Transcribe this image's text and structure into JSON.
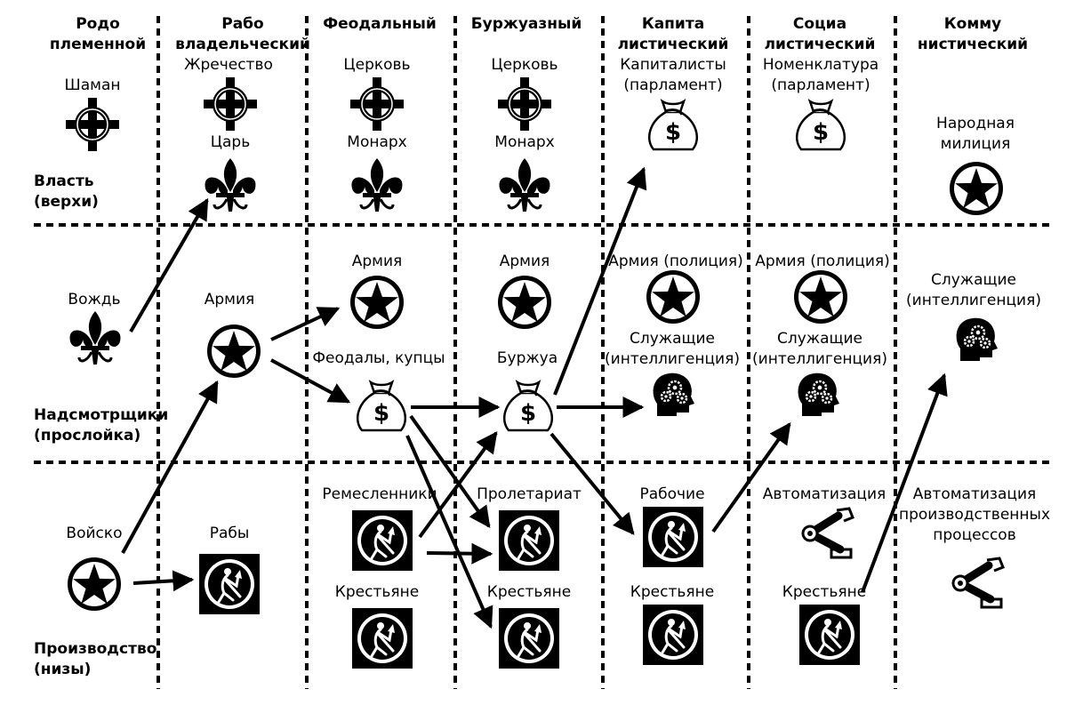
{
  "columns": [
    "Родо\nплеменной",
    "Рабо\nвладельческий",
    "Феодальный",
    "Буржуазный",
    "Капита\nлистический",
    "Социа\nлистический",
    "Комму\nнистический"
  ],
  "rows": [
    "Власть\n(верхи)",
    "Надсмотрщики\n(прослойка)",
    "Производство\n(низы)"
  ],
  "labels": {
    "shaman": "Шаман",
    "priesthood": "Жречество",
    "tsar": "Царь",
    "church_feudal": "Церковь",
    "monarch_feudal": "Монарх",
    "church_bourgeois": "Церковь",
    "monarch_bourgeois": "Монарх",
    "capitalists": "Капиталисты\n(парламент)",
    "nomenklatura": "Номенклатура\n(парламент)",
    "people_militia": "Народная\nмилиция",
    "chief": "Вождь",
    "army_slave": "Армия",
    "army_feudal": "Армия",
    "feudals_merchants": "Феодалы, купцы",
    "army_bourgeois": "Армия",
    "bourgeois": "Буржуа",
    "army_police_cap": "Армия (полиция)",
    "employees_cap": "Служащие\n(интеллигенция)",
    "army_police_soc": "Армия (полиция)",
    "employees_soc": "Служащие\n(интеллигенция)",
    "employees_com": "Служащие\n(интеллигенция)",
    "troops": "Войско",
    "slaves": "Рабы",
    "artisans": "Ремесленники",
    "peasants_feudal": "Крестьяне",
    "proletariat": "Пролетариат",
    "peasants_bourgeois": "Крестьяне",
    "workers": "Рабочие",
    "peasants_cap": "Крестьяне",
    "automation_soc": "Автоматизация",
    "peasants_soc": "Крестьяне",
    "automation_com": "Автоматизация\nпроизводственных\nпроцессов"
  },
  "icons": {
    "shaman": "celtic-cross-icon",
    "priesthood": "celtic-cross-icon",
    "church_feudal": "celtic-cross-icon",
    "church_bourgeois": "celtic-cross-icon",
    "tsar": "fleur-de-lis-icon",
    "monarch_feudal": "fleur-de-lis-icon",
    "monarch_bourgeois": "fleur-de-lis-icon",
    "chief": "fleur-de-lis-icon",
    "capitalists": "money-bag-icon",
    "nomenklatura": "money-bag-icon",
    "feudals_merchants": "money-bag-icon",
    "bourgeois": "money-bag-icon",
    "people_militia": "star-in-circle-icon",
    "army_slave": "star-in-circle-icon",
    "army_feudal": "star-in-circle-icon",
    "army_bourgeois": "star-in-circle-icon",
    "army_police_cap": "star-in-circle-icon",
    "army_police_soc": "star-in-circle-icon",
    "troops": "star-in-circle-icon",
    "employees_cap": "head-gears-icon",
    "employees_soc": "head-gears-icon",
    "employees_com": "head-gears-icon",
    "slaves": "worker-icon",
    "artisans": "worker-icon",
    "peasants_feudal": "worker-icon",
    "proletariat": "worker-icon",
    "peasants_bourgeois": "worker-icon",
    "workers": "worker-icon",
    "peasants_cap": "worker-icon",
    "peasants_soc": "worker-icon",
    "automation_soc": "robot-arm-icon",
    "automation_com": "robot-arm-icon"
  },
  "colors": {
    "ink": "#000000",
    "paper": "#ffffff"
  }
}
